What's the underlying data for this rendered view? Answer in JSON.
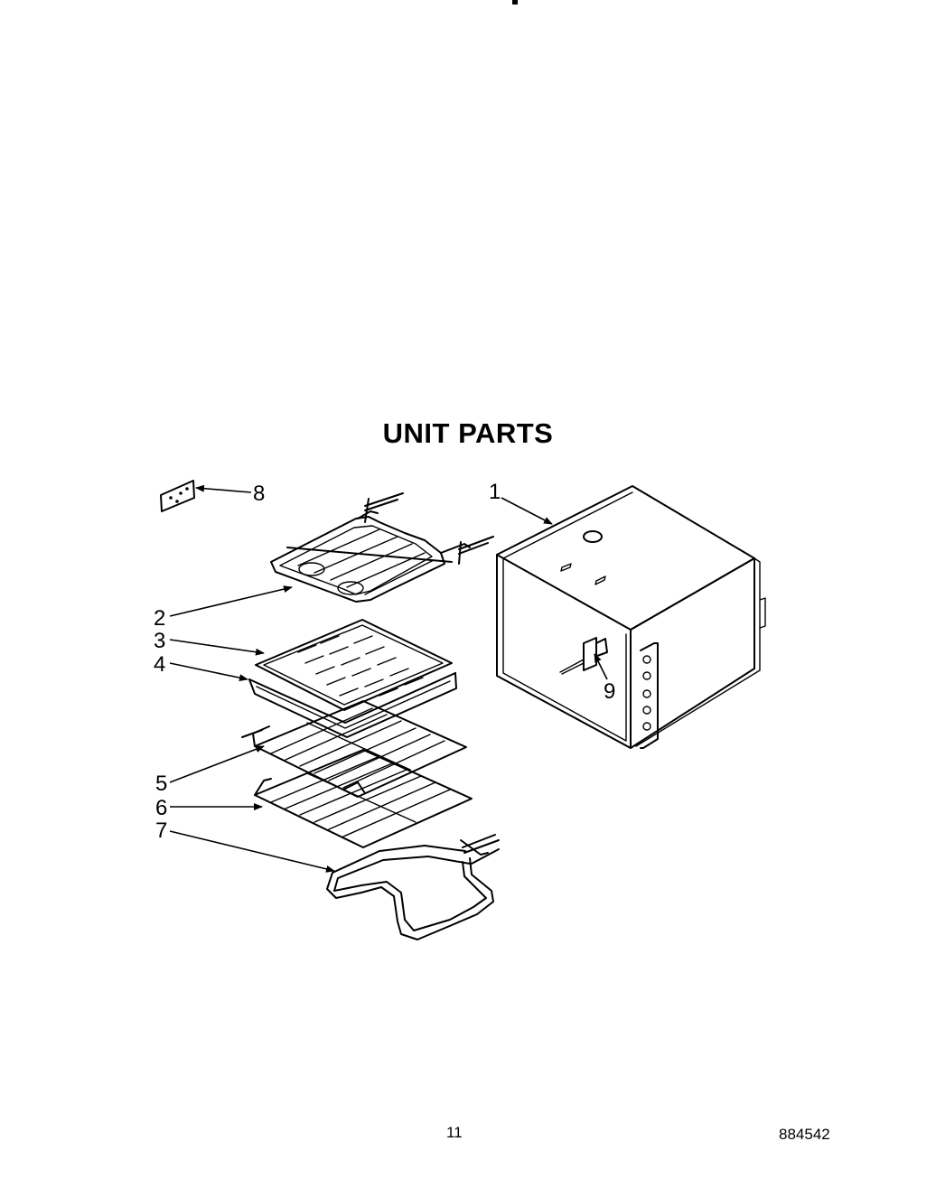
{
  "title": "UNIT PARTS",
  "page_number": "11",
  "document_number": "884542",
  "callouts": [
    "1",
    "2",
    "3",
    "4",
    "5",
    "6",
    "7",
    "8",
    "9"
  ]
}
